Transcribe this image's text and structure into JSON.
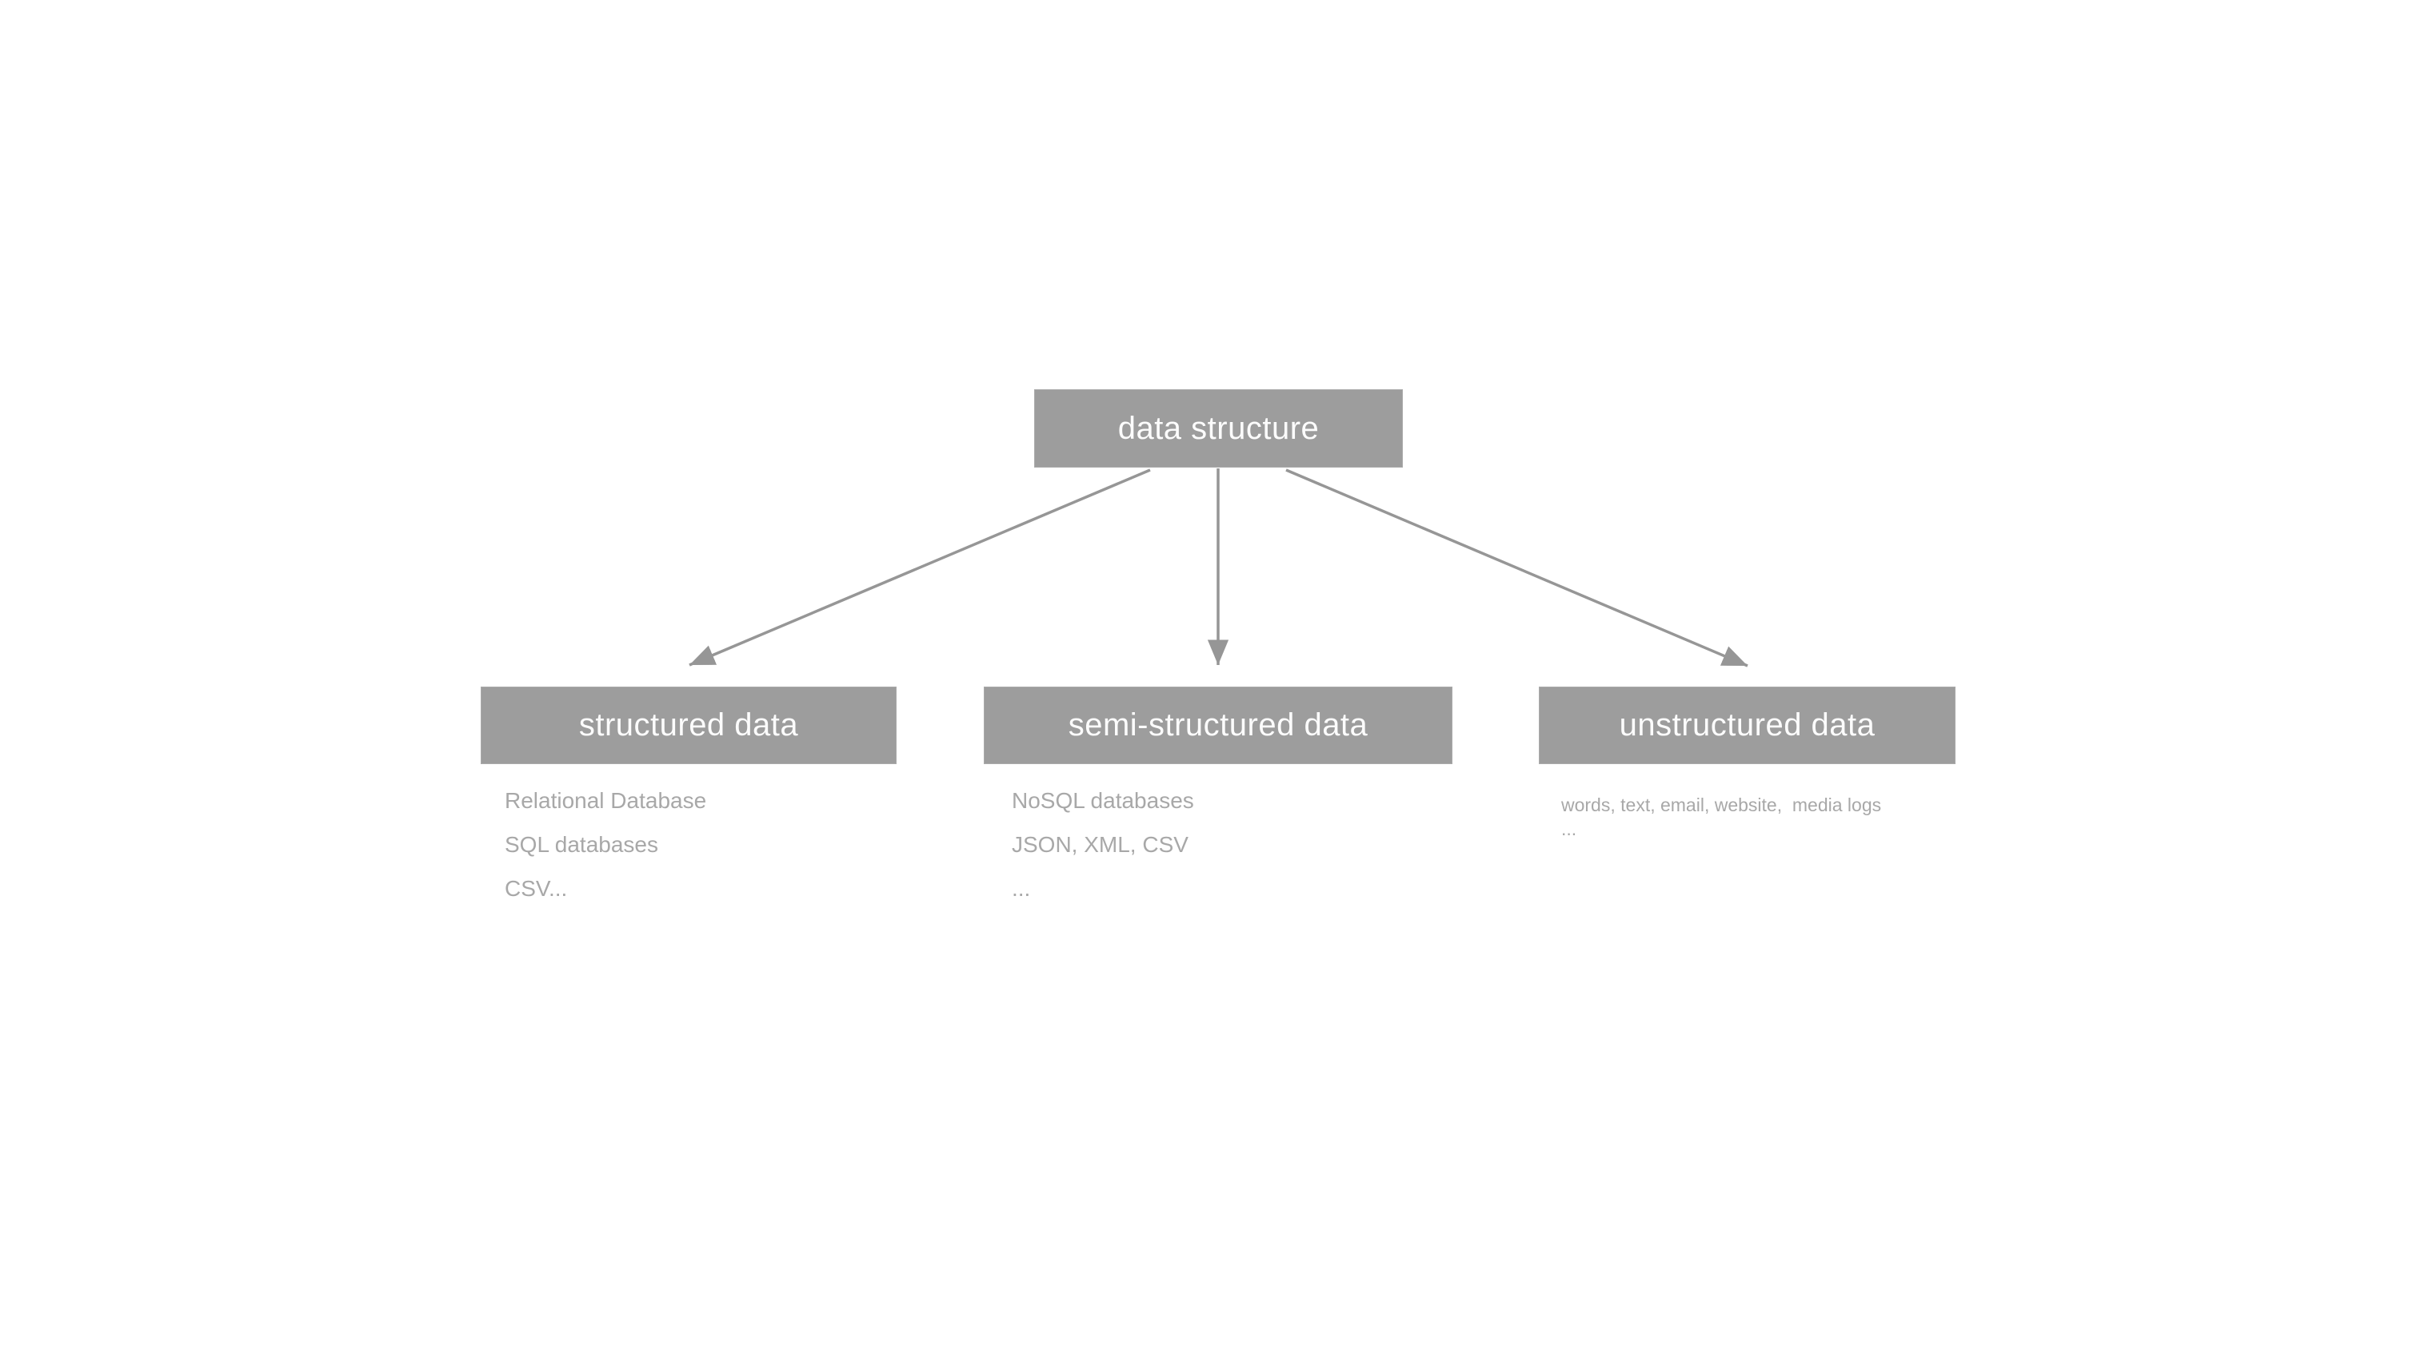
{
  "diagram": {
    "root": {
      "label": "data structure"
    },
    "branches": [
      {
        "label": "structured data",
        "items": [
          "Relational Database",
          "SQL databases",
          "CSV..."
        ]
      },
      {
        "label": "semi-structured data",
        "items": [
          "NoSQL databases",
          "JSON, XML, CSV",
          "..."
        ]
      },
      {
        "label": "unstructured data",
        "items": [
          "words, text, email, website,  media logs",
          "..."
        ]
      }
    ],
    "colors": {
      "node_fill": "#9d9d9d",
      "node_border": "#ababab",
      "node_text": "#fcfcfc",
      "item_text": "#a8a8a8",
      "arrow": "#969696",
      "background": "#ffffff"
    }
  }
}
